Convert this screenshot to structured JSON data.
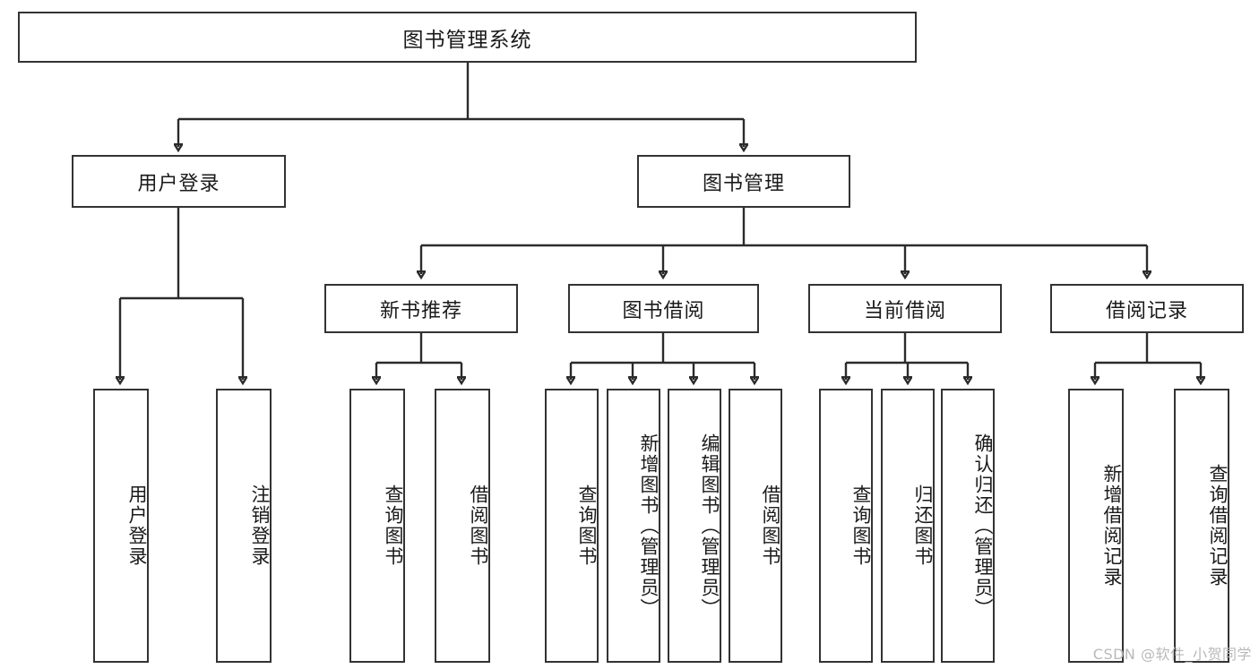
{
  "diagram": {
    "type": "tree-hierarchy-chart",
    "title": "图书管理系统",
    "watermark": "CSDN @软件_小贺同学",
    "colors": {
      "border": "#333333",
      "line": "#2b2b2b",
      "background": "#ffffff",
      "text": "#1a1a1a",
      "watermark": "#b9b9b9"
    },
    "root": {
      "label": "图书管理系统"
    },
    "level2": [
      {
        "label": "用户登录"
      },
      {
        "label": "图书管理"
      }
    ],
    "level3": [
      {
        "label": "新书推荐"
      },
      {
        "label": "图书借阅"
      },
      {
        "label": "当前借阅"
      },
      {
        "label": "借阅记录"
      }
    ],
    "leaves": {
      "user_login": [
        {
          "label": "用户登录"
        },
        {
          "label": "注销登录"
        }
      ],
      "new_book": [
        {
          "label": "查询图书"
        },
        {
          "label": "借阅图书"
        }
      ],
      "book_borrow": [
        {
          "label": "查询图书"
        },
        {
          "label": "新增图书（管理员）"
        },
        {
          "label": "编辑图书（管理员）"
        },
        {
          "label": "借阅图书"
        }
      ],
      "current_borrow": [
        {
          "label": "查询图书"
        },
        {
          "label": "归还图书"
        },
        {
          "label": "确认归还（管理员）"
        }
      ],
      "borrow_record": [
        {
          "label": "新增借阅记录"
        },
        {
          "label": "查询借阅记录"
        }
      ]
    }
  }
}
